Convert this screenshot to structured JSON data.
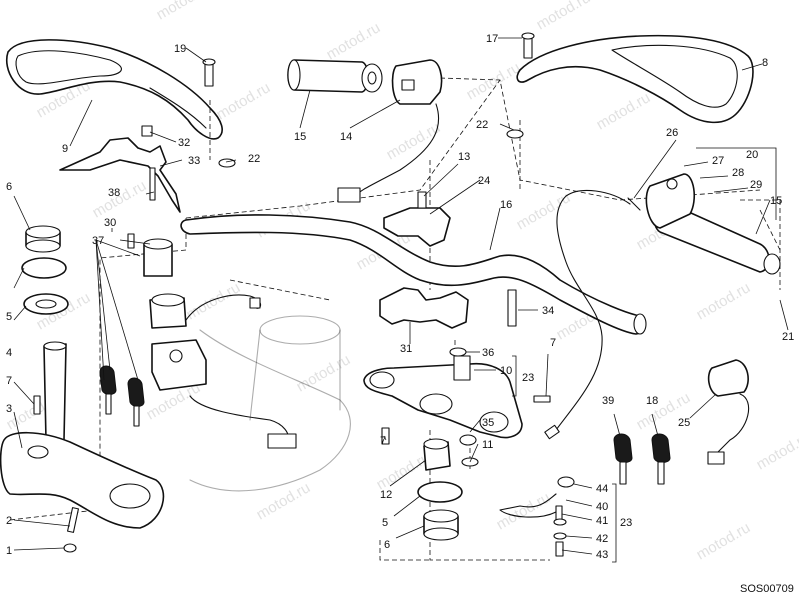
{
  "diagram_code": "SOS00709",
  "watermark_text": "motod.ru",
  "callouts": [
    "1",
    "2",
    "3",
    "4",
    "5",
    "6",
    "7",
    "8",
    "9",
    "10",
    "11",
    "12",
    "13",
    "14",
    "15",
    "16",
    "17",
    "18",
    "19",
    "20",
    "21",
    "22",
    "23",
    "24",
    "25",
    "26",
    "27",
    "28",
    "29",
    "30",
    "31",
    "32",
    "33",
    "34",
    "35",
    "36",
    "37",
    "38",
    "39",
    "40",
    "41",
    "42",
    "43",
    "44"
  ],
  "ink_color": "#111111",
  "background_color": "#ffffff"
}
